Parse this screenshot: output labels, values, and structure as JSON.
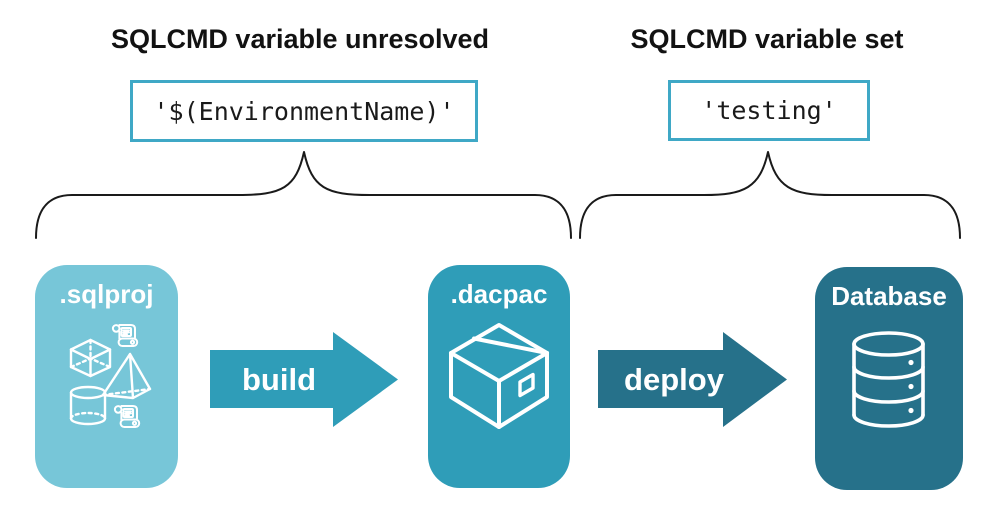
{
  "annotations": {
    "unresolved": {
      "heading": "SQLCMD variable unresolved",
      "value": "'$(EnvironmentName)'"
    },
    "set": {
      "heading": "SQLCMD variable set",
      "value": "'testing'"
    }
  },
  "pipeline": {
    "nodes": [
      {
        "id": "sqlproj",
        "label": ".sqlproj",
        "icon": "sql-project-objects-icon",
        "color": "#77C6D8"
      },
      {
        "id": "dacpac",
        "label": ".dacpac",
        "icon": "dacpac-package-icon",
        "color": "#2F9DB8"
      },
      {
        "id": "database",
        "label": "Database",
        "icon": "database-icon",
        "color": "#26718A"
      }
    ],
    "steps": [
      {
        "label": "build",
        "color": "#2F9DB8"
      },
      {
        "label": "deploy",
        "color": "#26718A"
      }
    ]
  },
  "colors": {
    "background": "#FFFFFF",
    "heading_text": "#121212",
    "code_text": "#1A1A1A",
    "code_box_border": "#3FA8C6",
    "brace_stroke": "#1A1A1A",
    "icon_stroke": "#FFFFFF"
  }
}
